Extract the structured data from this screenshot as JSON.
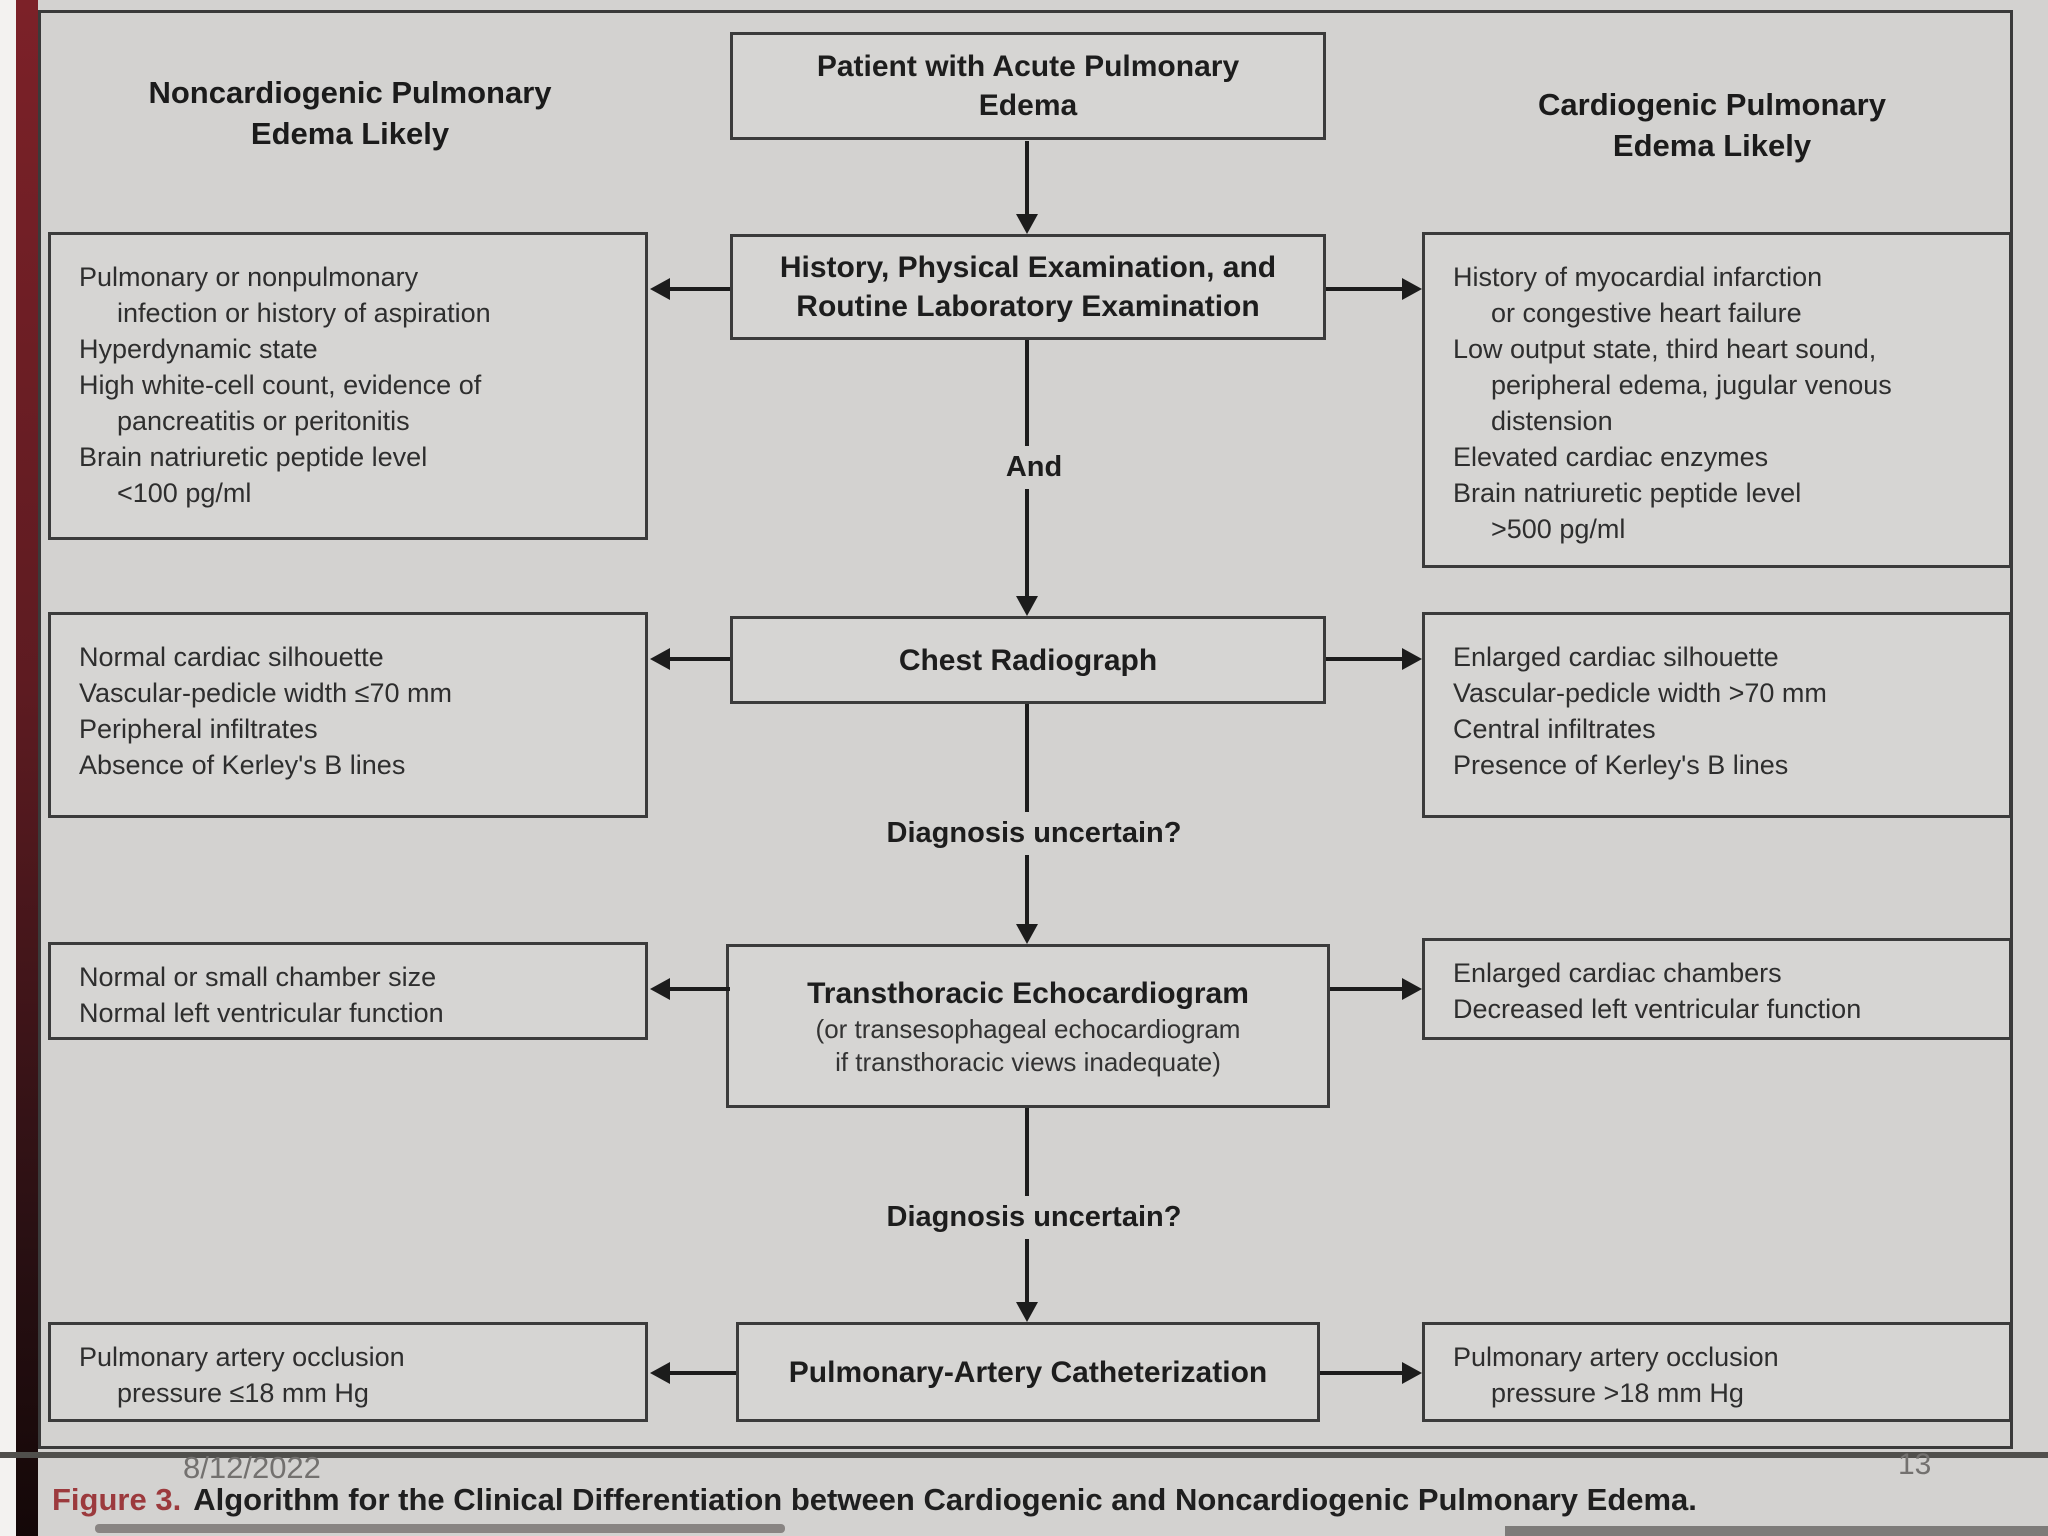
{
  "slide": {
    "date": "8/12/2022",
    "page_number": "13"
  },
  "figure": {
    "headers": {
      "left": [
        "Noncardiogenic Pulmonary",
        "Edema Likely"
      ],
      "right": [
        "Cardiogenic Pulmonary",
        "Edema Likely"
      ]
    },
    "center": {
      "start": [
        "Patient with Acute Pulmonary",
        "Edema"
      ],
      "history": [
        "History, Physical Examination, and",
        "Routine Laboratory Examination"
      ],
      "and_label": "And",
      "radiograph": "Chest Radiograph",
      "uncertain1": "Diagnosis uncertain?",
      "echo_title": "Transthoracic Echocardiogram",
      "echo_sub": [
        "(or transesophageal echocardiogram",
        "if transthoracic views inadequate)"
      ],
      "uncertain2": "Diagnosis uncertain?",
      "catheter": "Pulmonary-Artery Catheterization"
    },
    "left_boxes": {
      "history": [
        "Pulmonary or nonpulmonary",
        "infection or history of aspiration",
        "Hyperdynamic state",
        "High white-cell count, evidence of",
        "pancreatitis or peritonitis",
        "Brain natriuretic peptide level",
        "<100 pg/ml"
      ],
      "radiograph": [
        "Normal cardiac silhouette",
        "Vascular-pedicle width ≤70 mm",
        "Peripheral infiltrates",
        "Absence of Kerley's B lines"
      ],
      "echo": [
        "Normal or small chamber size",
        "Normal left ventricular function"
      ],
      "catheter": [
        "Pulmonary artery occlusion",
        "pressure ≤18 mm Hg"
      ]
    },
    "right_boxes": {
      "history": [
        "History of myocardial infarction",
        "or congestive heart failure",
        "Low output state, third heart sound,",
        "peripheral edema, jugular venous",
        "distension",
        "Elevated cardiac enzymes",
        "Brain natriuretic peptide level",
        ">500 pg/ml"
      ],
      "radiograph": [
        "Enlarged cardiac silhouette",
        "Vascular-pedicle width >70 mm",
        "Central infiltrates",
        "Presence of Kerley's B lines"
      ],
      "echo": [
        "Enlarged cardiac chambers",
        "Decreased left ventricular function"
      ],
      "catheter": [
        "Pulmonary artery occlusion",
        "pressure >18 mm Hg"
      ]
    },
    "caption": {
      "prefix": "Figure 3.",
      "text": "Algorithm for the Clinical Differentiation between Cardiogenic and Noncardiogenic Pulmonary Edema."
    }
  },
  "colors": {
    "accent_bar": "#7c2128",
    "caption_red": "#9c3a3d",
    "background": "#d3d2d0",
    "box_border": "#3b3b3b"
  }
}
